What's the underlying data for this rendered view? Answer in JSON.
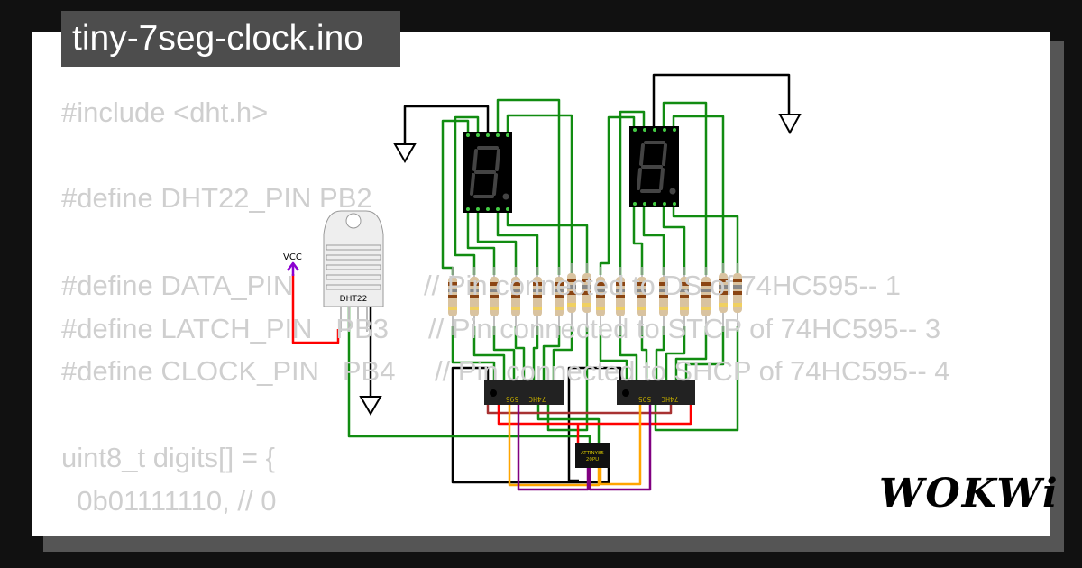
{
  "window": {
    "title": "tiny-7seg-clock.ino"
  },
  "code": {
    "lines": [
      {
        "code": "#include <dht.h>",
        "comment": ""
      },
      {
        "code": "#define DHT22_PIN PB2",
        "comment": ""
      },
      {
        "code": "#define DATA_PIN",
        "comment": "// Pin connected to DS of 74HC595-- 1"
      },
      {
        "code": "#define LATCH_PIN   PB3",
        "comment": "// Pin connected to STCP of 74HC595-- 3"
      },
      {
        "code": "#define CLOCK_PIN   PB4",
        "comment": "// Pin connected to SHCP of 74HC595-- 4"
      },
      {
        "code": "uint8_t digits[] = {",
        "comment": ""
      },
      {
        "code": "  0b01111110, // 0",
        "comment": ""
      }
    ]
  },
  "circuit": {
    "sensor_label": "DHT22",
    "power_label": "VCC",
    "shift_register_top": "595",
    "shift_register_bottom": "74HC",
    "mcu_line1": "ATTINY85",
    "mcu_line2": "20PU",
    "wire_colors": {
      "signal": "#118c11",
      "ground": "#000000",
      "power": "#ff0000",
      "power_alt": "#a83232",
      "clock": "#ffa500",
      "latch": "#800080",
      "vcc": "#8b00d0"
    }
  },
  "brand": {
    "logo": "WOKWi"
  }
}
